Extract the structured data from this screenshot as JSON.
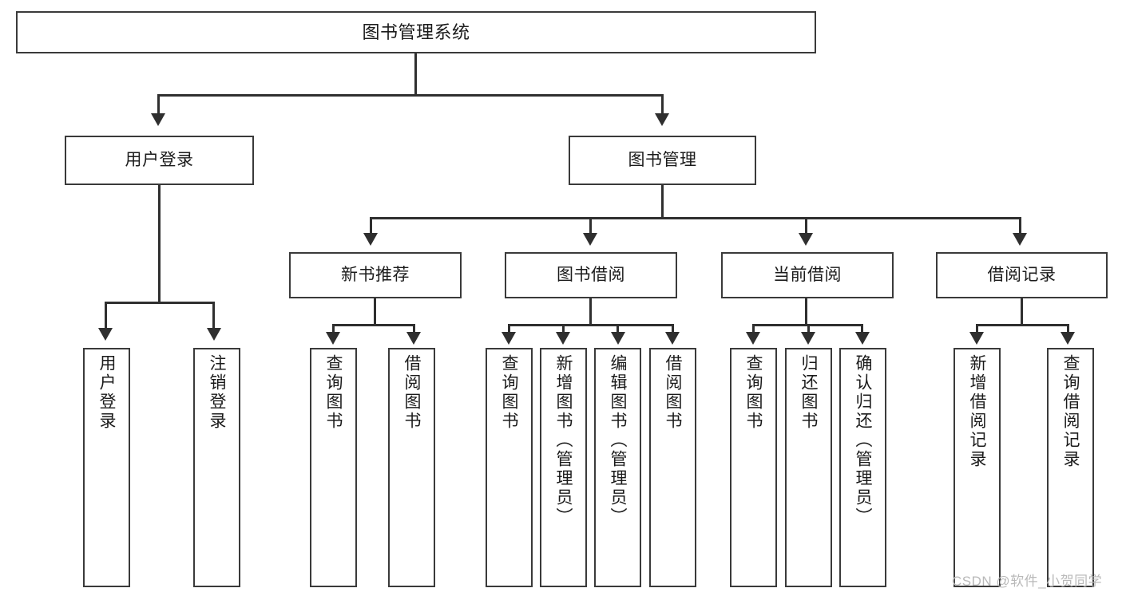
{
  "diagram": {
    "title": "图书管理系统",
    "watermark": "CSDN @软件_小贺同学",
    "level2": {
      "user_login": "用户登录",
      "book_manage": "图书管理"
    },
    "level3": {
      "new_book": "新书推荐",
      "book_borrow": "图书借阅",
      "current_borrow": "当前借阅",
      "borrow_record": "借阅记录"
    },
    "leaves": {
      "user_login_1": "用户登录",
      "user_login_2": "注销登录",
      "new_book_1": "查询图书",
      "new_book_2": "借阅图书",
      "book_borrow_1": "查询图书",
      "book_borrow_2": "新增图书（管理员）",
      "book_borrow_3": "编辑图书（管理员）",
      "book_borrow_4": "借阅图书",
      "current_borrow_1": "查询图书",
      "current_borrow_2": "归还图书",
      "current_borrow_3": "确认归还（管理员）",
      "borrow_record_1": "新增借阅记录",
      "borrow_record_2": "查询借阅记录"
    }
  }
}
